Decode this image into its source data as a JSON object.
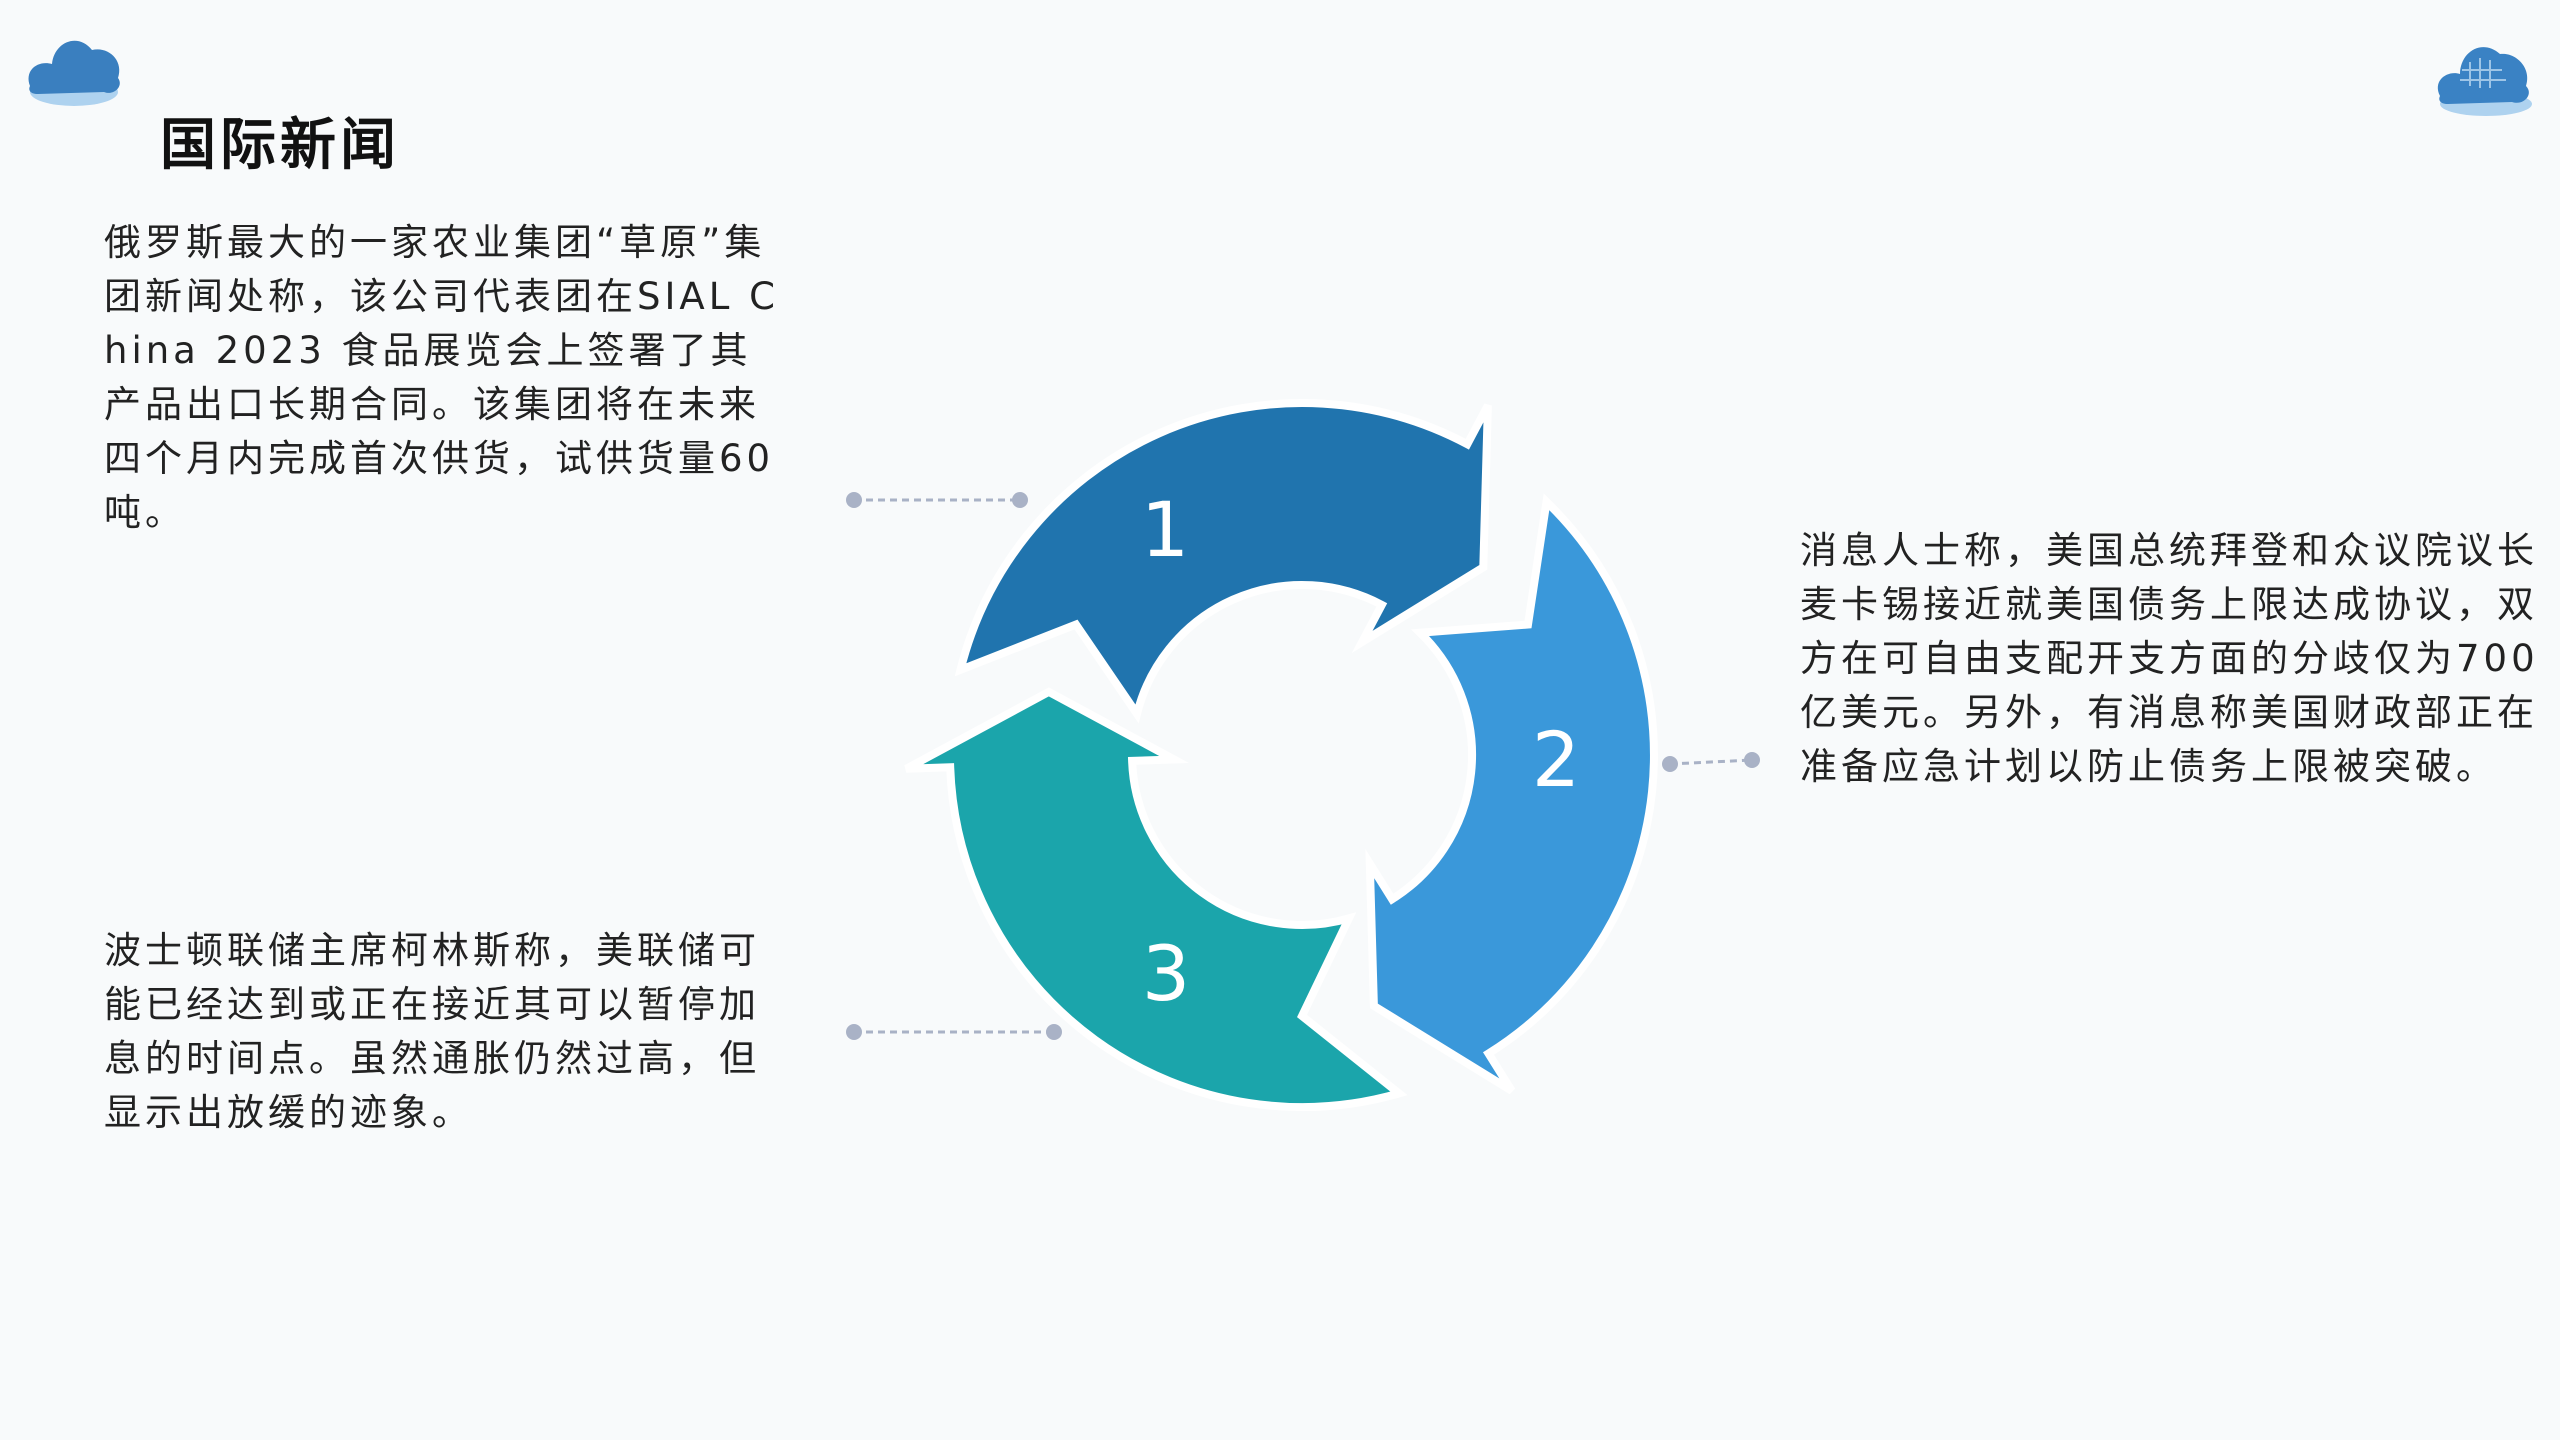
{
  "title": "国际新闻",
  "paragraphs": {
    "p1": "俄罗斯最大的一家农业集团“草原”集团新闻处称，该公司代表团在SIAL China 2023 食品展览会上签署了其产品出口长期合同。该集团将在未来四个月内完成首次供货，试供货量60吨。",
    "p2": "消息人士称，美国总统拜登和众议院议长麦卡锡接近就美国债务上限达成协议，双方在可自由支配开支方面的分歧仅为700亿美元。另外，有消息称美国财政部正在准备应急计划以防止债务上限被突破。",
    "p3": "波士顿联储主席柯林斯称，美联储可能已经达到或正在接近其可以暂停加息的时间点。虽然通胀仍然过高，但显示出放缓的迹象。"
  },
  "cycle": {
    "steps": [
      {
        "label": "1",
        "color": "#2074ae"
      },
      {
        "label": "2",
        "color": "#3a98da"
      },
      {
        "label": "3",
        "color": "#1ba5ab"
      }
    ],
    "connector_color": "#a9b2c6"
  },
  "icons": {
    "left": "cloud-icon",
    "right": "cloud-icon"
  }
}
